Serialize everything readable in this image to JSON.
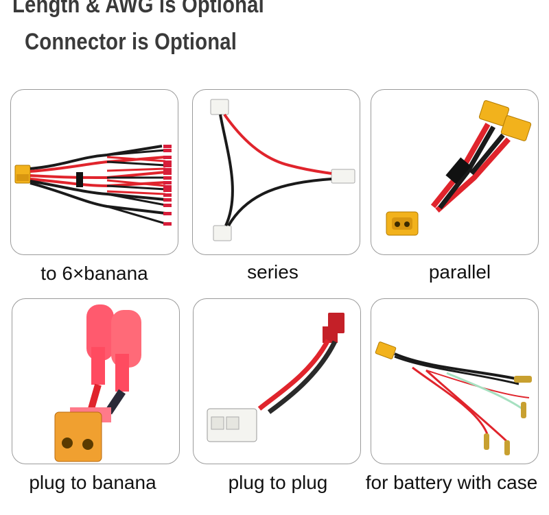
{
  "headings": {
    "length_awg": "Length & AWG is Optional",
    "connector": "Connector is Optional"
  },
  "products": [
    {
      "caption": "to 6×banana"
    },
    {
      "caption": "series"
    },
    {
      "caption": "parallel"
    },
    {
      "caption": "plug to banana"
    },
    {
      "caption": "plug to plug"
    },
    {
      "caption": "for battery with case"
    }
  ],
  "colors": {
    "heading": "#3a3a3a",
    "card_border": "#9a9a9a",
    "wire_red": "#e0242c",
    "wire_black": "#1a1a1a",
    "connector_yellow": "#f2b21c",
    "banana_pink": "#ff5a6e",
    "deans_red": "#c42028"
  }
}
